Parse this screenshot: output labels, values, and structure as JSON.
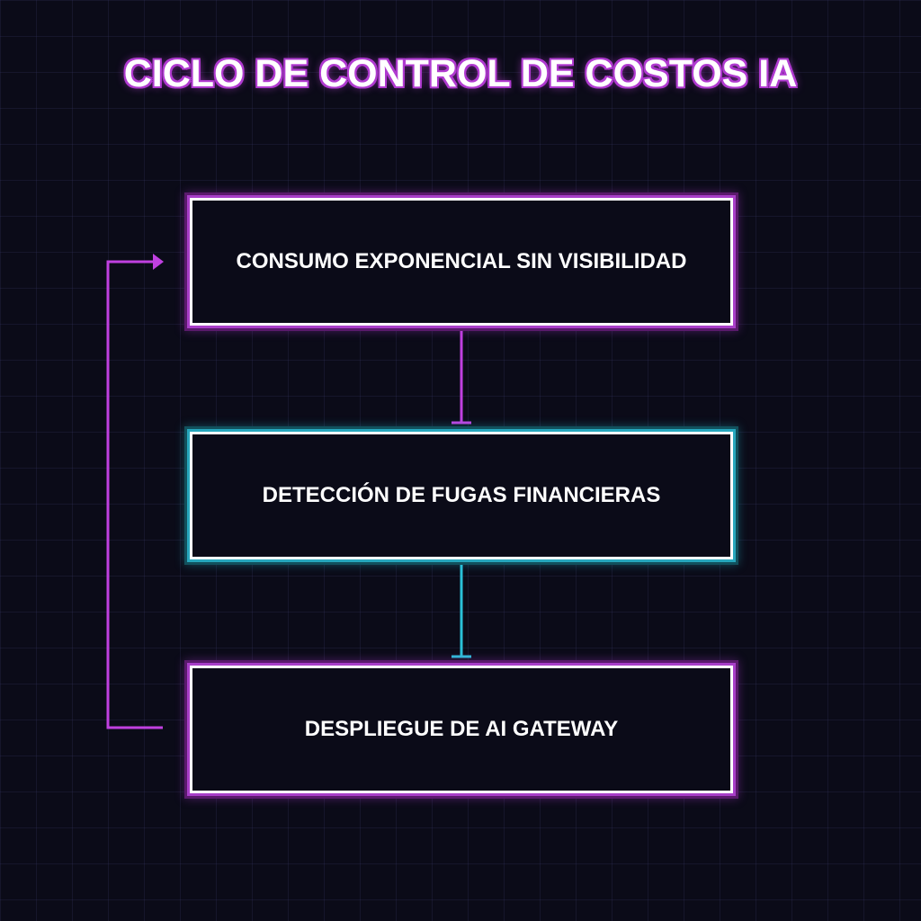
{
  "diagram": {
    "title": "CICLO DE CONTROL DE COSTOS IA",
    "nodes": [
      {
        "id": "consumo",
        "label": "CONSUMO EXPONENCIAL SIN VISIBILIDAD",
        "accent": "#c040e0"
      },
      {
        "id": "deteccion",
        "label": "DETECCIÓN DE FUGAS FINANCIERAS",
        "accent": "#2ac0d8"
      },
      {
        "id": "despliegue",
        "label": "DESPLIEGUE DE AI GATEWAY",
        "accent": "#c040e0"
      }
    ],
    "edges": [
      {
        "from": "consumo",
        "to": "deteccion",
        "color": "#c040e0"
      },
      {
        "from": "deteccion",
        "to": "despliegue",
        "color": "#2ac0d8"
      },
      {
        "from": "despliegue",
        "to": "consumo",
        "color": "#c040e0",
        "style": "loop-back"
      }
    ]
  },
  "colors": {
    "background": "#0b0b18",
    "magenta": "#c040e0",
    "cyan": "#2ac0d8",
    "text": "#ffffff"
  }
}
